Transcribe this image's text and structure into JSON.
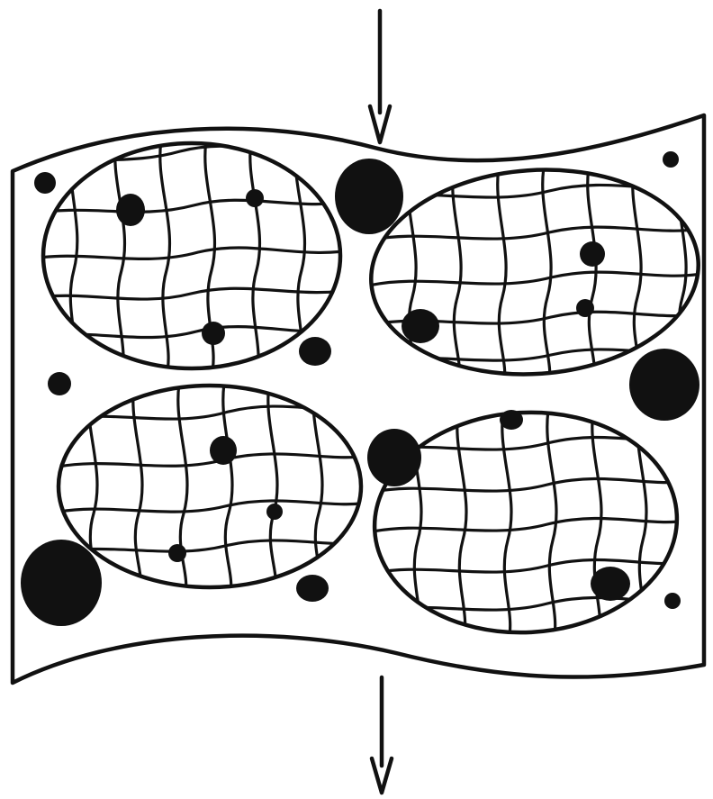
{
  "diagram": {
    "colors": {
      "ink": "#111111",
      "background": "#ffffff"
    },
    "elements": [
      "incoming-arrow",
      "film-sheet",
      "mesh-domain-top-left",
      "mesh-domain-top-right",
      "mesh-domain-bottom-left",
      "mesh-domain-bottom-right",
      "filler-particles",
      "outgoing-arrow"
    ]
  }
}
